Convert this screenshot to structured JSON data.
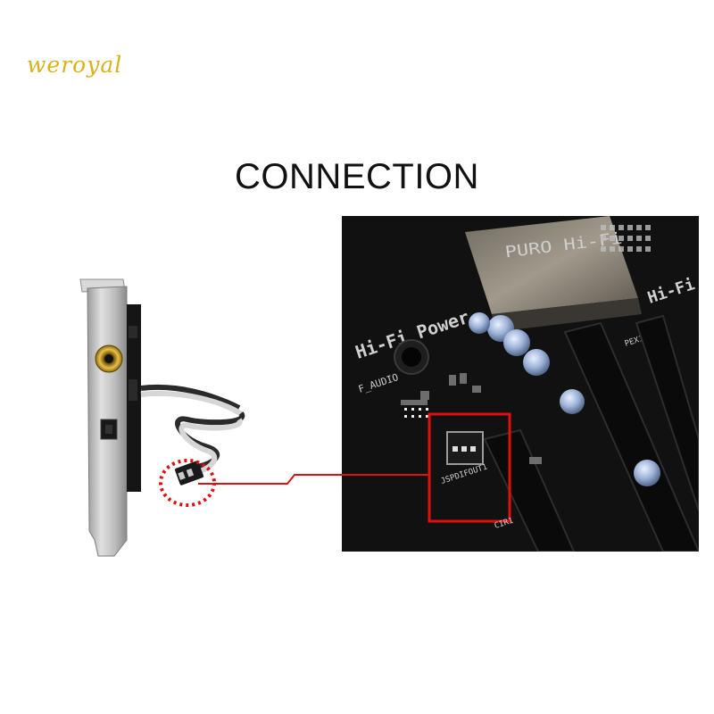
{
  "watermark": "weroyal",
  "title": "CONNECTION",
  "board": {
    "brand_shield": "PURO Hi-Fi",
    "silk_hifi_power": "Hi-Fi Power",
    "silk_hifi_right": "Hi-Fi",
    "label_faudio": "F_AUDIO",
    "label_spdif": "JSPDIFOUT1",
    "label_cir": "CIR1",
    "label_pex": "PEX1"
  },
  "colors": {
    "highlight_red": "#e01010",
    "watermark_gold": "#d9b21a"
  }
}
